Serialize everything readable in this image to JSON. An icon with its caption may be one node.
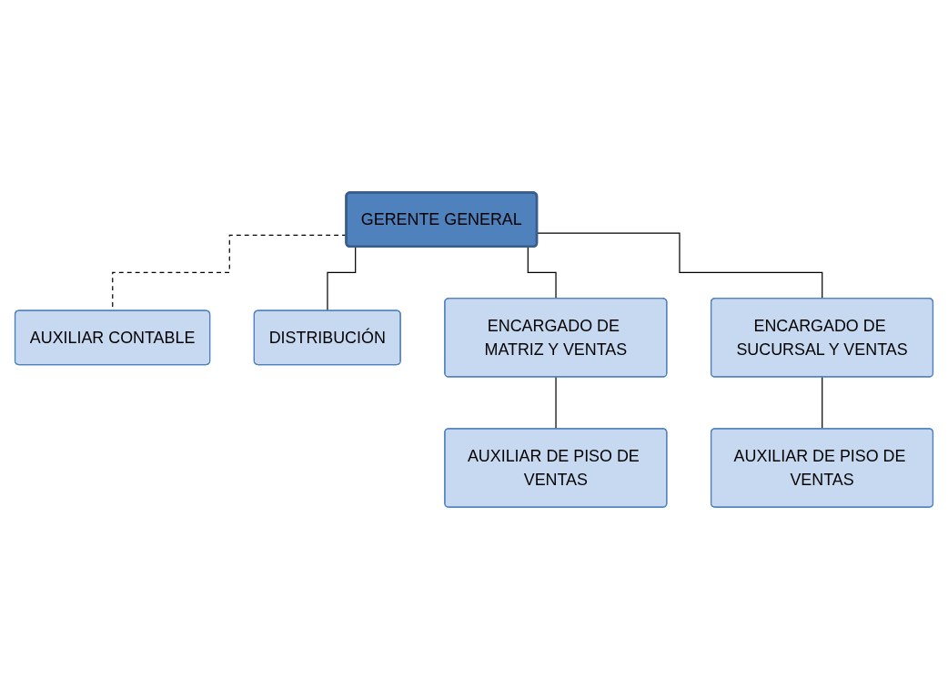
{
  "diagram": {
    "nodes": [
      {
        "text": [
          "GERENTE GENERAL"
        ]
      },
      {
        "text": [
          "AUXILIAR CONTABLE"
        ]
      },
      {
        "text": [
          "DISTRIBUCIÓN"
        ]
      },
      {
        "text": [
          "ENCARGADO DE MATRIZ Y VENTAS"
        ]
      },
      {
        "text": [
          "ENCARGADO DE SUCURSAL Y VENTAS"
        ]
      },
      {
        "text": [
          "AUXILIAR DE PISO DE VENTAS"
        ]
      },
      {
        "text": [
          "AUXILIAR DE PISO DE VENTAS"
        ]
      }
    ],
    "edges": [
      {
        "from": 0,
        "to": 1,
        "arrow": "none",
        "style": "dashed"
      },
      {
        "from": 0,
        "to": 2,
        "arrow": "none"
      },
      {
        "from": 0,
        "to": 3,
        "arrow": "none"
      },
      {
        "from": 0,
        "to": 4,
        "arrow": "none"
      },
      {
        "from": 3,
        "to": 5,
        "arrow": "none"
      },
      {
        "from": 4,
        "to": 6,
        "arrow": "none"
      }
    ]
  }
}
